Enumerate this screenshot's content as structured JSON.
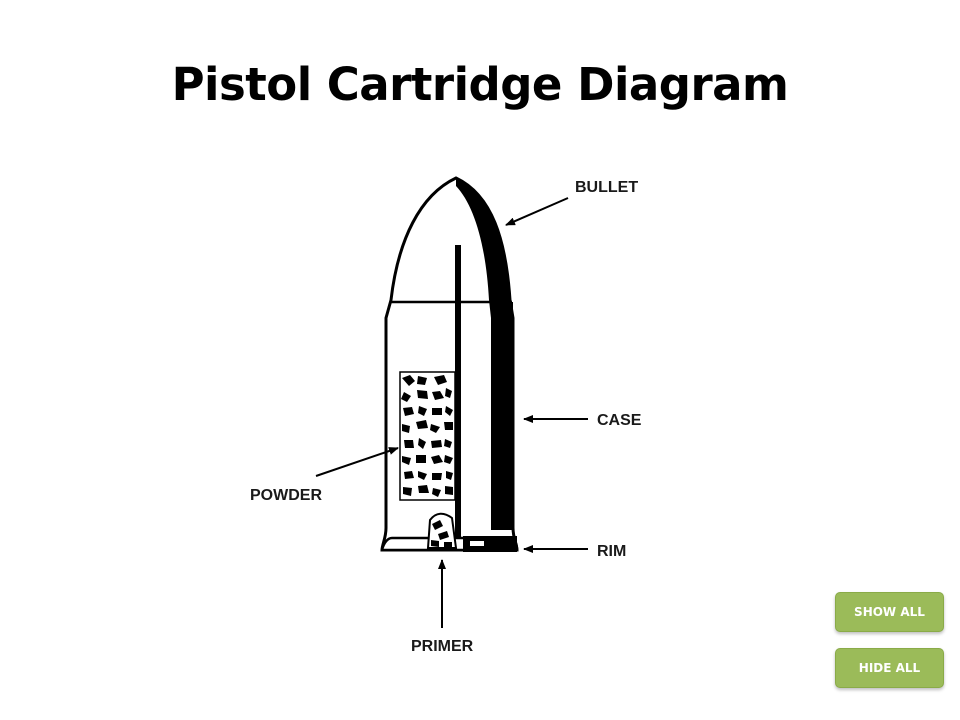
{
  "title": "Pistol Cartridge Diagram",
  "labels": {
    "bullet": "BULLET",
    "case": "CASE",
    "powder": "POWDER",
    "rim": "RIM",
    "primer": "PRIMER"
  },
  "buttons": {
    "show_all": "SHOW ALL",
    "hide_all": "HIDE ALL"
  },
  "colors": {
    "button_fill": "#9bbb59",
    "button_text": "#ffffff",
    "ink": "#000000"
  }
}
